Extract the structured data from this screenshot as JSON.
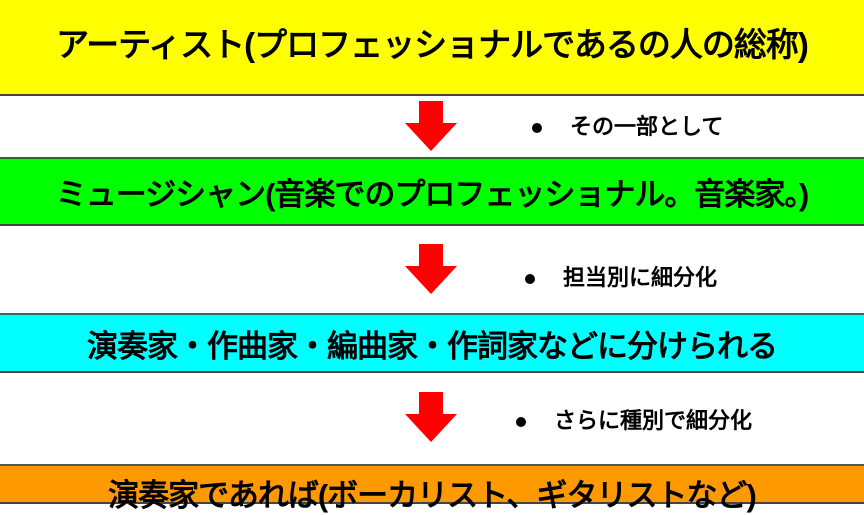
{
  "steps": [
    {
      "label": "アーティスト(プロフェッショナルであるの人の総称)",
      "color": "#ffff00"
    },
    {
      "label": "ミュージシャン(音楽でのプロフェッショナル。音楽家。)",
      "color": "#00ff00"
    },
    {
      "label": "演奏家・作曲家・編曲家・作詞家などに分けられる",
      "color": "#00ffff"
    },
    {
      "label": "演奏家であれば(ボーカリスト、ギタリストなど)",
      "color": "#ff9900"
    }
  ],
  "notes": [
    "その一部として",
    "担当別に細分化",
    "さらに種別で細分化"
  ],
  "arrow_color": "#ff0000"
}
